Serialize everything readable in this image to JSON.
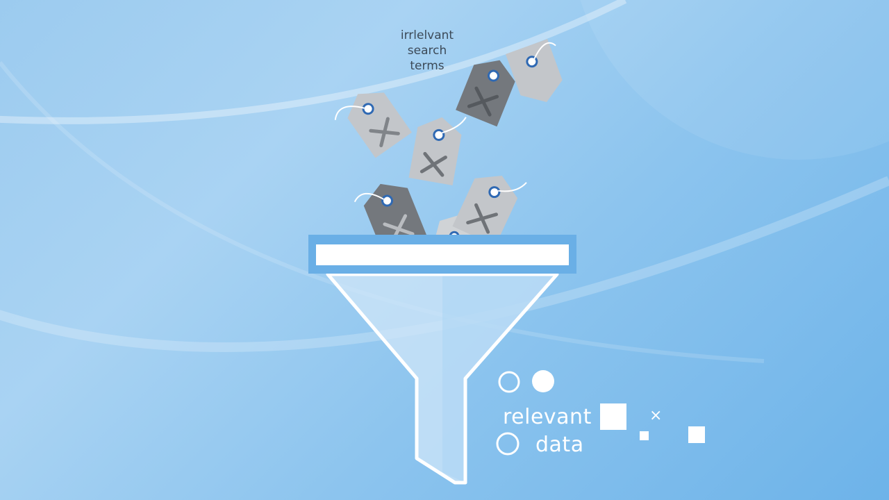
{
  "labels": {
    "top": "irrlelvant\nsearch\nterms",
    "bottom_word_1": "relevant",
    "bottom_word_2": "data",
    "small_x": "×"
  },
  "colors": {
    "tag_light": "#c3c6ca",
    "tag_dark": "#74787d",
    "tag_ring": "#2f69b3",
    "funnel_rim": "#ffffff",
    "funnel_rim_border": "#6aafe6",
    "white": "#ffffff"
  },
  "icons": [
    "tag-icon",
    "x-icon",
    "funnel-icon",
    "circle-icon",
    "square-icon"
  ]
}
